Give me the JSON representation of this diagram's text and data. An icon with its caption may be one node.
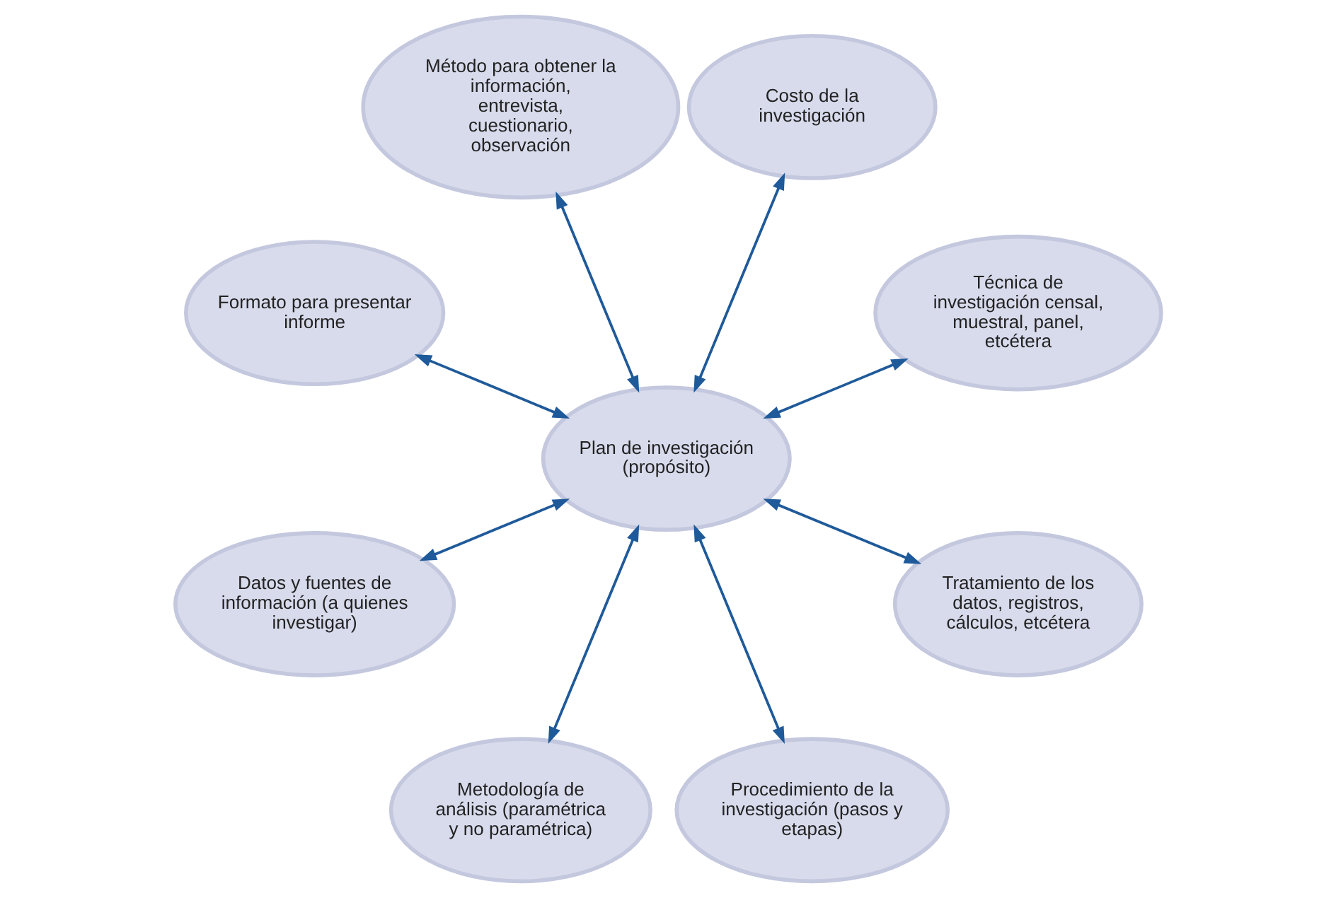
{
  "diagram": {
    "nodes": [
      {
        "text": [
          "Técnica de investigación censal, muestral, panel, etcétera"
        ]
      },
      {
        "text": [
          "Costo de la investigación"
        ]
      },
      {
        "text": [
          "Método para obtener la información, entrevista, cuestionario, observación"
        ]
      },
      {
        "text": [
          "Formato para presentar informe"
        ]
      },
      {
        "text": [
          "Plan de investigación (propósito)"
        ]
      },
      {
        "text": [
          "Datos y fuentes de información (a quienes investigar)"
        ]
      },
      {
        "text": [
          "Metodología de análisis (paramétrica y no paramétrica)"
        ]
      },
      {
        "text": [
          "Procedimiento de la investigación (pasos y etapas)"
        ]
      },
      {
        "text": [
          "Tratamiento de los datos, registros, cálculos, etcétera"
        ]
      }
    ],
    "edges": [
      {
        "from": 4,
        "to": 0,
        "arrow": "both"
      },
      {
        "from": 4,
        "to": 2,
        "arrow": "both"
      },
      {
        "from": 4,
        "to": 5,
        "arrow": "both"
      },
      {
        "from": 4,
        "to": 7,
        "arrow": "both"
      },
      {
        "from": 4,
        "to": 8,
        "arrow": "both"
      },
      {
        "from": 4,
        "to": 6,
        "arrow": "both"
      },
      {
        "from": 4,
        "to": 3,
        "arrow": "both"
      },
      {
        "from": 4,
        "to": 1,
        "arrow": "both"
      }
    ]
  }
}
